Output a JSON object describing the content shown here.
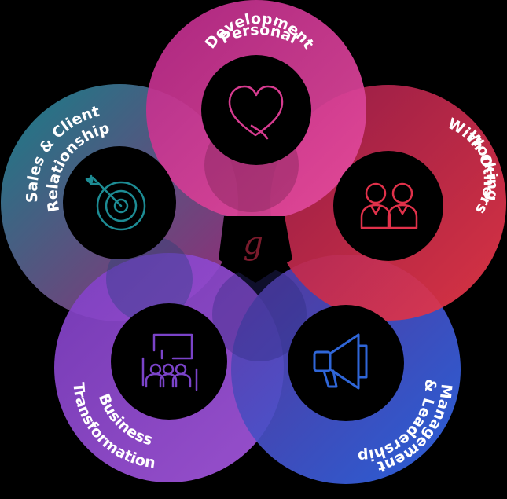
{
  "diagram": {
    "center_mark": "g",
    "segments": [
      {
        "id": "personal-development",
        "lines": [
          "Personal",
          "Development"
        ],
        "icon": "heart-icon",
        "color_start": "#c02a86",
        "color_end": "#e24d9e"
      },
      {
        "id": "working-with-others",
        "lines": [
          "Working",
          "With Others"
        ],
        "icon": "people-icon",
        "color_start": "#a31f4a",
        "color_end": "#e8344a"
      },
      {
        "id": "management-leadership",
        "lines": [
          "Management",
          "& Leadership"
        ],
        "icon": "megaphone-icon",
        "color_start": "#5a3fb0",
        "color_end": "#2f64e6"
      },
      {
        "id": "business-transformation",
        "lines": [
          "Business",
          "Transformation"
        ],
        "icon": "presentation-icon",
        "color_start": "#6a3cc0",
        "color_end": "#a357e0"
      },
      {
        "id": "sales-client-relationship",
        "lines": [
          "Sales & Client",
          "Relationship"
        ],
        "icon": "target-icon",
        "color_start": "#1c8c93",
        "color_end": "#9b2f7c"
      }
    ],
    "colors": {
      "center_fill": "#000000",
      "center_mark": "#7a1b2c",
      "icon_heart": "#d63b8f",
      "icon_people": "#e0314a",
      "icon_megaphone": "#2f66d8",
      "icon_presentation": "#7a43c8",
      "icon_target": "#1d8c94"
    }
  }
}
